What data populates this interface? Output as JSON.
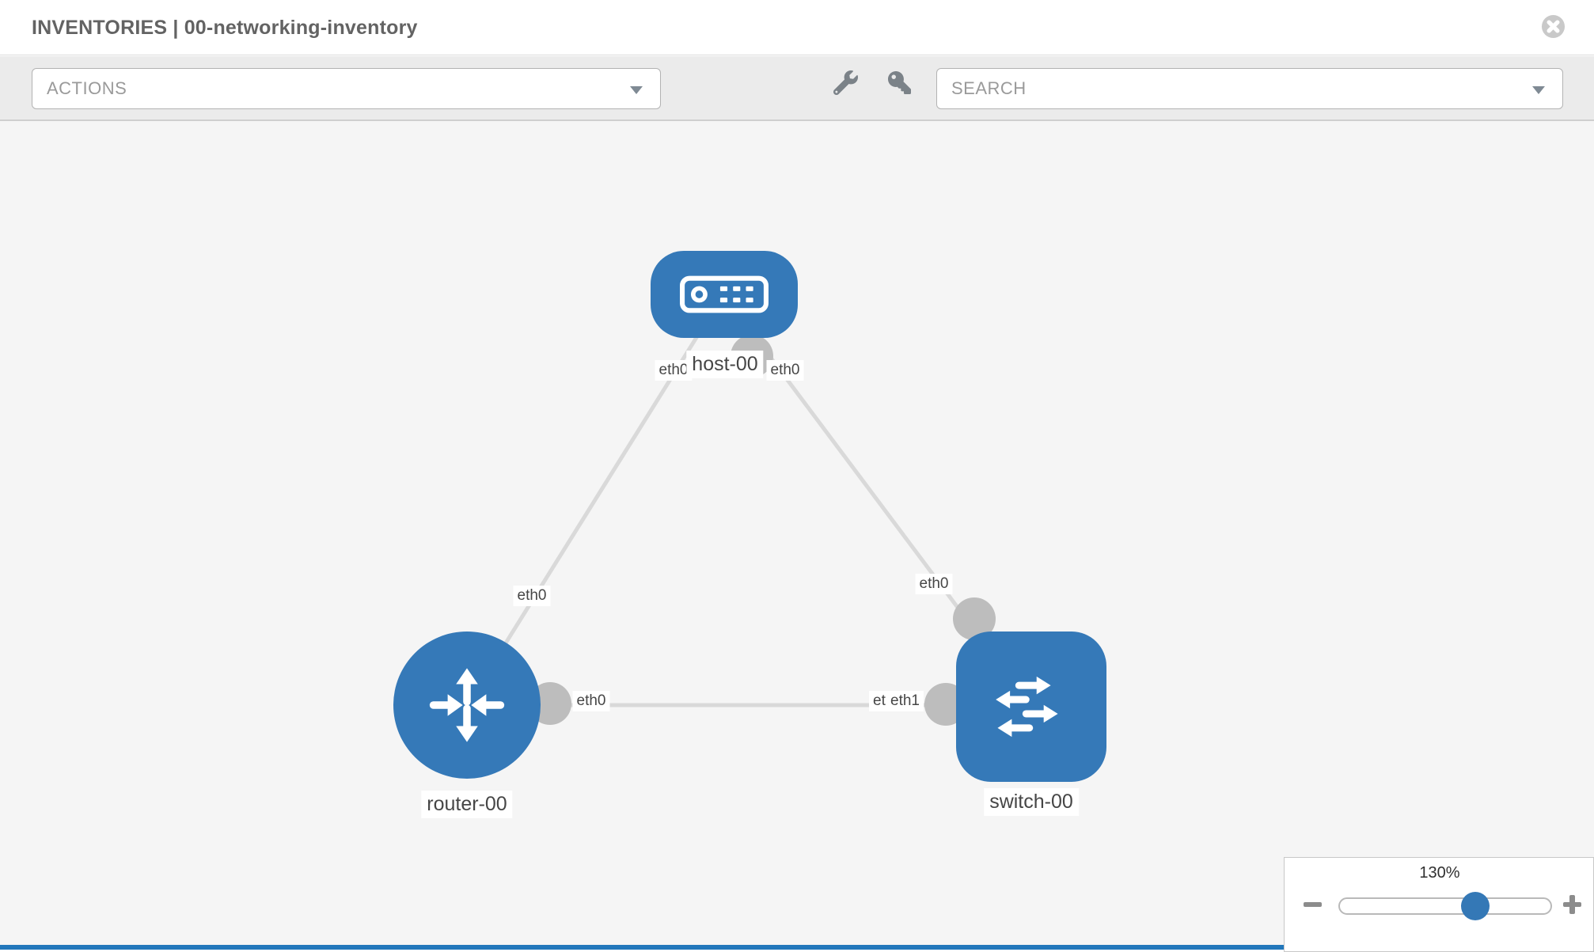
{
  "header": {
    "title": "INVENTORIES | 00-networking-inventory"
  },
  "toolbar": {
    "actions_placeholder": "ACTIONS",
    "search_placeholder": "SEARCH",
    "icons": [
      "wrench-icon",
      "key-icon"
    ]
  },
  "diagram": {
    "nodes": [
      {
        "type": "host",
        "label": "host-00"
      },
      {
        "type": "router",
        "label": "router-00"
      },
      {
        "type": "switch",
        "label": "switch-00"
      }
    ],
    "edges": [
      {
        "from": "host-00",
        "to": "router-00"
      },
      {
        "from": "host-00",
        "to": "switch-00"
      },
      {
        "from": "router-00",
        "to": "switch-00"
      }
    ],
    "port_labels": [
      {
        "edge": "host-router",
        "end": "host",
        "label": "eth0"
      },
      {
        "edge": "host-switch",
        "end": "host",
        "label": "eth0"
      },
      {
        "edge": "host-router",
        "end": "router",
        "label": "eth0"
      },
      {
        "edge": "host-switch",
        "end": "switch",
        "label": "eth0"
      },
      {
        "edge": "router-switch",
        "end": "router",
        "label": "eth0"
      },
      {
        "edge": "router-switch",
        "end": "switch",
        "label": "eth0"
      },
      {
        "edge": "router-switch",
        "end": "switch",
        "label": "eth1"
      }
    ]
  },
  "zoom_control": {
    "level": "130%"
  },
  "colors": {
    "node_blue": "#3579b8",
    "edge_gray": "#d9d9d9",
    "port_gray": "#bdbdbd",
    "toolbar_bg": "#ebebeb",
    "canvas_bg": "#f5f5f5",
    "knob_blue": "#3478b6",
    "footer_blue": "#2277bb"
  }
}
